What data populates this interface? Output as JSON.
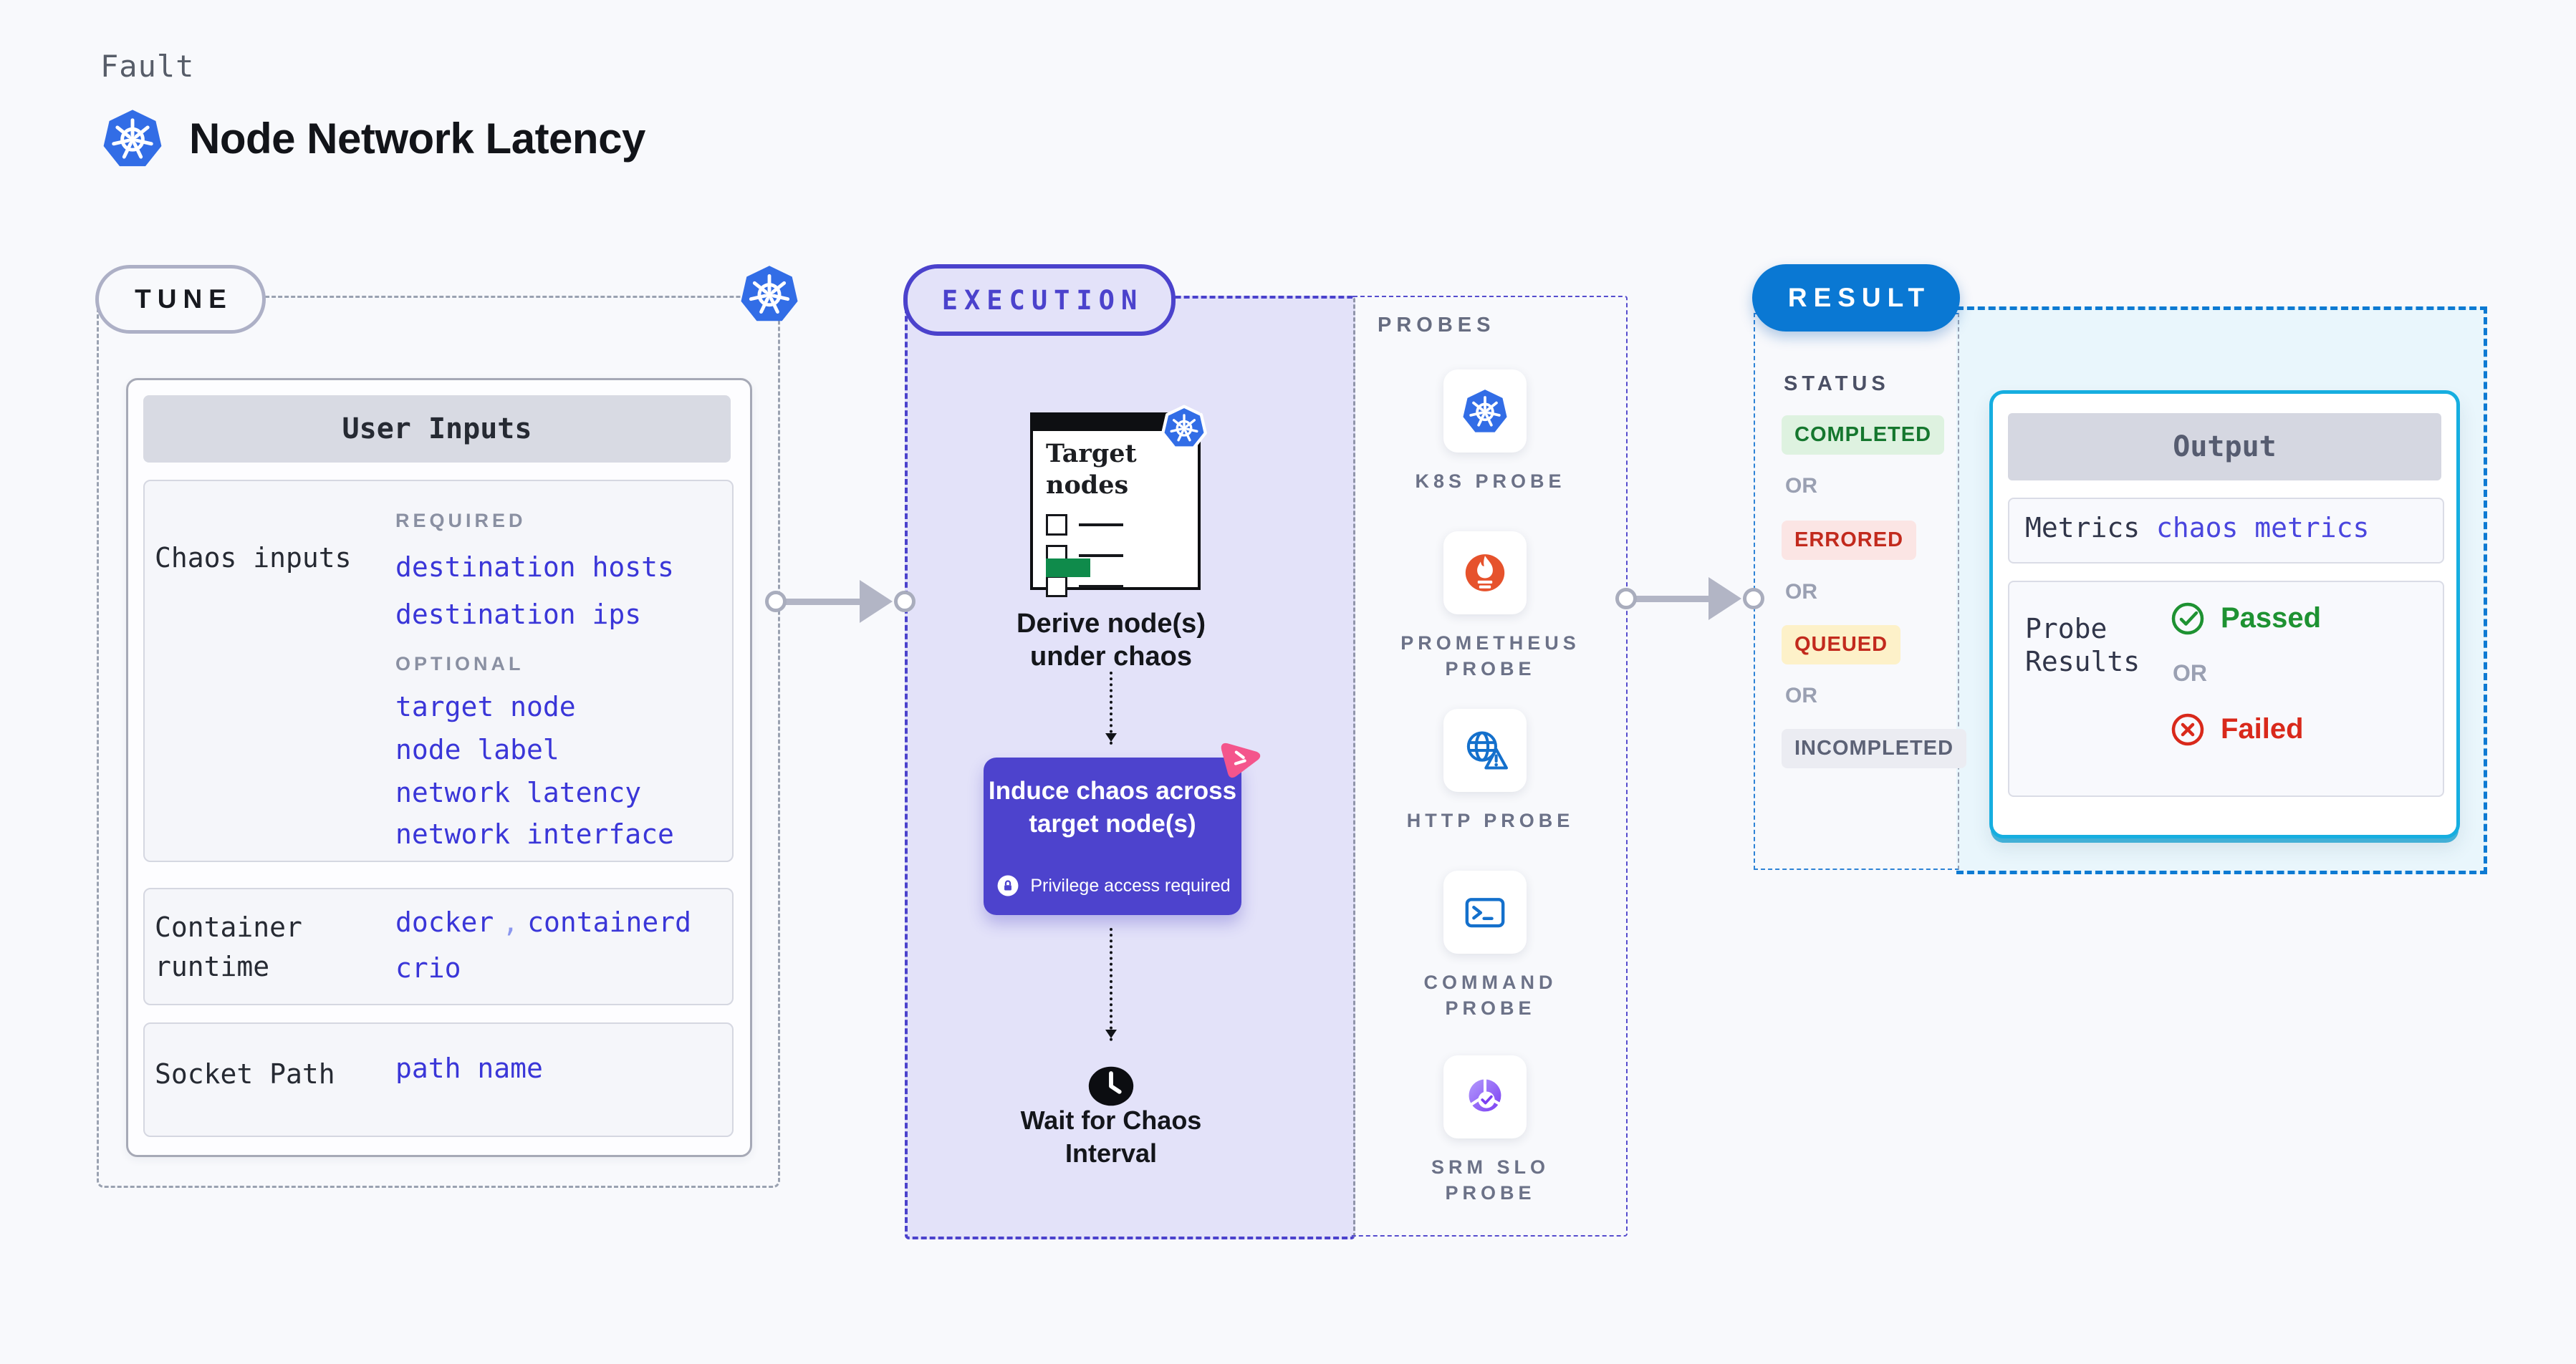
{
  "header": {
    "eyebrow": "Fault",
    "title": "Node Network Latency",
    "logo_icon": "kubernetes-icon"
  },
  "tune": {
    "pill": "TUNE",
    "card_title": "User Inputs",
    "chaos_label": "Chaos inputs",
    "required_heading": "REQUIRED",
    "required_values": [
      "destination hosts",
      "destination ips"
    ],
    "optional_heading": "OPTIONAL",
    "optional_values": [
      "target node",
      "node label",
      "network latency",
      "network interface"
    ],
    "runtime_label": "Container runtime",
    "runtime_value_1": "docker",
    "runtime_separator": ",",
    "runtime_value_2": "containerd",
    "runtime_value_3": "crio",
    "socket_label": "Socket Path",
    "socket_value": "path name"
  },
  "execution": {
    "pill": "EXECUTION",
    "target_card": {
      "line1": "Target",
      "line2": "nodes"
    },
    "derive": {
      "line1": "Derive node(s)",
      "line2": "under chaos"
    },
    "induce": {
      "line1": "Induce chaos across",
      "line2": "target node(s)"
    },
    "privilege_note": "Privilege access required",
    "wait": {
      "line1": "Wait for Chaos",
      "line2": "Interval"
    }
  },
  "probes": {
    "heading": "PROBES",
    "items": [
      {
        "icon": "kubernetes-icon",
        "lines": [
          "K8S PROBE"
        ]
      },
      {
        "icon": "prometheus-icon",
        "lines": [
          "PROMETHEUS",
          "PROBE"
        ]
      },
      {
        "icon": "http-globe-icon",
        "lines": [
          "HTTP PROBE"
        ]
      },
      {
        "icon": "terminal-icon",
        "lines": [
          "COMMAND",
          "PROBE"
        ]
      },
      {
        "icon": "slo-pie-icon",
        "lines": [
          "SRM SLO",
          "PROBE"
        ]
      }
    ]
  },
  "result": {
    "pill": "RESULT",
    "status_heading": "STATUS",
    "or_text": "OR",
    "statuses": [
      {
        "label": "COMPLETED",
        "fg": "#15772e",
        "bg": "#def2e0"
      },
      {
        "label": "ERRORED",
        "fg": "#c22a1d",
        "bg": "#fbe5e4"
      },
      {
        "label": "QUEUED",
        "fg": "#c22a1d",
        "bg": "#fdf1c9"
      },
      {
        "label": "INCOMPLETED",
        "fg": "#5c6276",
        "bg": "#ebecf2"
      }
    ],
    "output": {
      "title": "Output",
      "metrics_label": "Metrics",
      "metrics_value": "chaos metrics",
      "probe_results_label": {
        "line1": "Probe",
        "line2": "Results"
      },
      "passed": "Passed",
      "or_text": "OR",
      "failed": "Failed"
    }
  },
  "colors": {
    "kubernetes_blue": "#326de6",
    "execution_indigo": "#4b42cc",
    "execution_bg": "#e3e2f9",
    "induce_purple": "#4d43cd",
    "litmus_pink": "#f4558c",
    "prometheus_orange": "#e6522c",
    "probe_icon_blue": "#1470cc",
    "result_blue": "#0a78d3",
    "output_border_cyan": "#16aee0",
    "output_bg": "#e9f6fc",
    "value_blue": "#3a36d8",
    "passed_green": "#1e9232",
    "failed_red": "#d9291b",
    "target_green": "#0f8b4b"
  }
}
